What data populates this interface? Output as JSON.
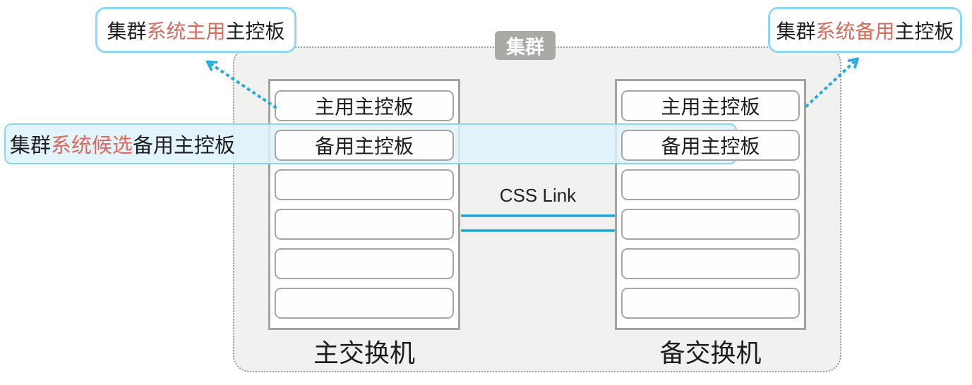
{
  "diagram": {
    "cluster_badge": "集群",
    "css_link_label": "CSS Link"
  },
  "callouts": {
    "active": {
      "prefix": "集群",
      "highlight": "系统主用",
      "suffix": "主控板"
    },
    "standby": {
      "prefix": "集群",
      "highlight": "系统备用",
      "suffix": "主控板"
    },
    "candidate": {
      "prefix": "集群",
      "highlight": "系统候选",
      "suffix": "备用主控板"
    }
  },
  "switches": [
    {
      "name": "主交换机",
      "slots": [
        "主用主控板",
        "备用主控板",
        "",
        "",
        "",
        ""
      ]
    },
    {
      "name": "备交换机",
      "slots": [
        "主用主控板",
        "备用主控板",
        "",
        "",
        "",
        ""
      ]
    }
  ],
  "colors": {
    "accent_blue": "#29abe2",
    "link_line_blue": "#1aa7e0",
    "highlight_red": "#d9695a",
    "badge_gray": "#a9a9a6",
    "container_bg": "#f1f1ef",
    "callout_border": "#8ed7f5",
    "band_fill": "#def1fc"
  }
}
